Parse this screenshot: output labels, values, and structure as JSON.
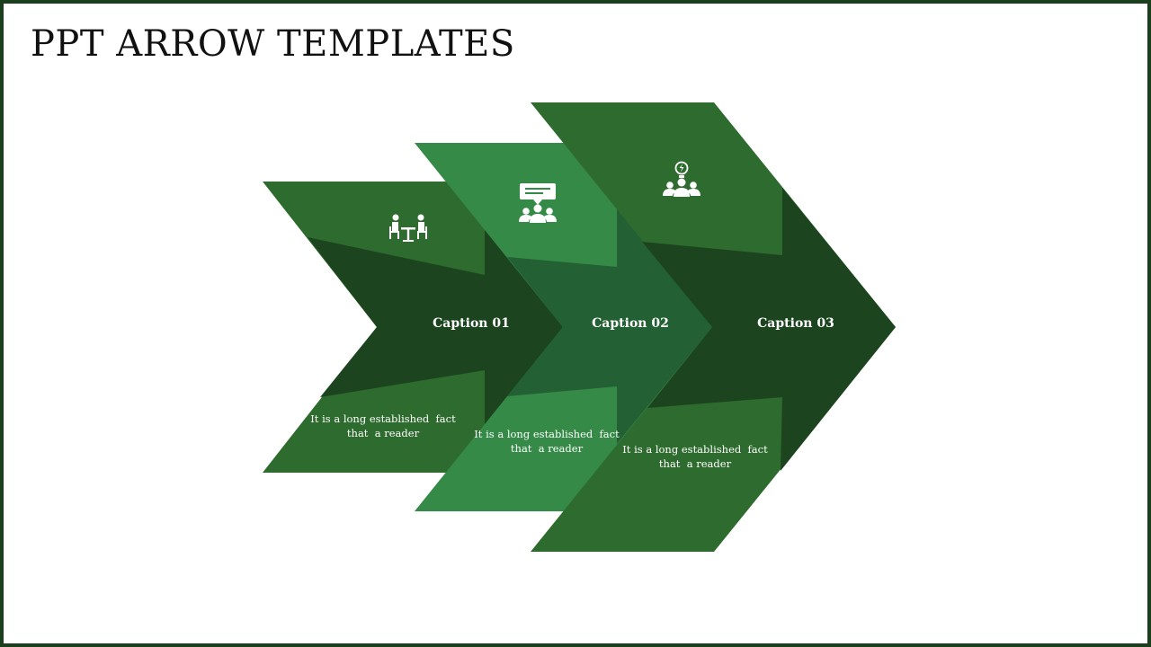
{
  "slide": {
    "title": "PPT ARROW TEMPLATES"
  },
  "colors": {
    "frame": "#1b3f1e",
    "arrow_mid": "#2e6b2e",
    "arrow_light": "#358a47",
    "arrow_dark": "#1c451f",
    "arrow_core2": "#236033"
  },
  "steps": [
    {
      "caption": "Caption 01",
      "text_line1": "It is a long established  fact",
      "text_line2": "that  a reader",
      "icon": "meeting-icon"
    },
    {
      "caption": "Caption 02",
      "text_line1": "It is a long established  fact",
      "text_line2": "that  a reader",
      "icon": "team-chat-icon"
    },
    {
      "caption": "Caption 03",
      "text_line1": "It is a long established  fact",
      "text_line2": "that  a reader",
      "icon": "team-idea-icon"
    }
  ]
}
